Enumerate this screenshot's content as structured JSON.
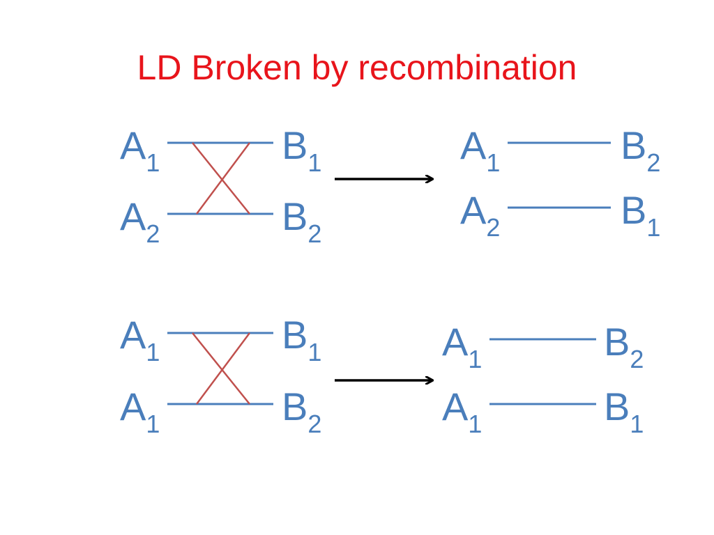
{
  "title": "LD Broken by recombination",
  "colors": {
    "title": "#e8141b",
    "label": "#4a7ebb",
    "chromosome_line": "#4a7ebb",
    "crossover": "#c0504d",
    "arrow": "#000000"
  },
  "panels": [
    {
      "before": {
        "top": {
          "left": {
            "letter": "A",
            "sub": "1"
          },
          "right": {
            "letter": "B",
            "sub": "1"
          }
        },
        "bottom": {
          "left": {
            "letter": "A",
            "sub": "2"
          },
          "right": {
            "letter": "B",
            "sub": "2"
          }
        },
        "crossover": true
      },
      "after": {
        "top": {
          "left": {
            "letter": "A",
            "sub": "1"
          },
          "right": {
            "letter": "B",
            "sub": "2"
          }
        },
        "bottom": {
          "left": {
            "letter": "A",
            "sub": "2"
          },
          "right": {
            "letter": "B",
            "sub": "1"
          }
        }
      }
    },
    {
      "before": {
        "top": {
          "left": {
            "letter": "A",
            "sub": "1"
          },
          "right": {
            "letter": "B",
            "sub": "1"
          }
        },
        "bottom": {
          "left": {
            "letter": "A",
            "sub": "1"
          },
          "right": {
            "letter": "B",
            "sub": "2"
          }
        },
        "crossover": true
      },
      "after": {
        "top": {
          "left": {
            "letter": "A",
            "sub": "1"
          },
          "right": {
            "letter": "B",
            "sub": "2"
          }
        },
        "bottom": {
          "left": {
            "letter": "A",
            "sub": "1"
          },
          "right": {
            "letter": "B",
            "sub": "1"
          }
        }
      }
    }
  ]
}
